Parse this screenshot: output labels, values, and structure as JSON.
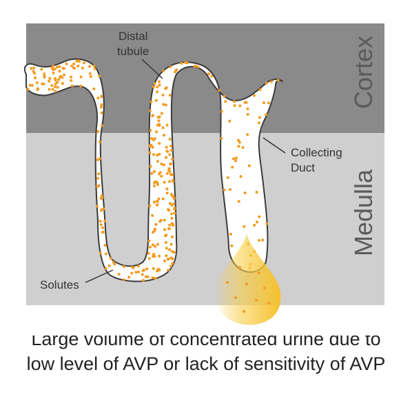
{
  "labels": {
    "distal_tubule": [
      "Distal",
      "tubule"
    ],
    "collecting_duct": [
      "Collecting",
      "Duct"
    ],
    "solutes": "Solutes",
    "cortex": "Cortex",
    "medulla": "Medulla"
  },
  "caption": "Large volume of concentrated urine due to low level of AVP or lack of sensitivity of AVP",
  "colors": {
    "cortex": "#8a8a8a",
    "medulla": "#cfcfcf",
    "tubule_fill": "#ffffff",
    "solute_dots": "#f39a1f",
    "urine_drop": "#f6c53a"
  }
}
